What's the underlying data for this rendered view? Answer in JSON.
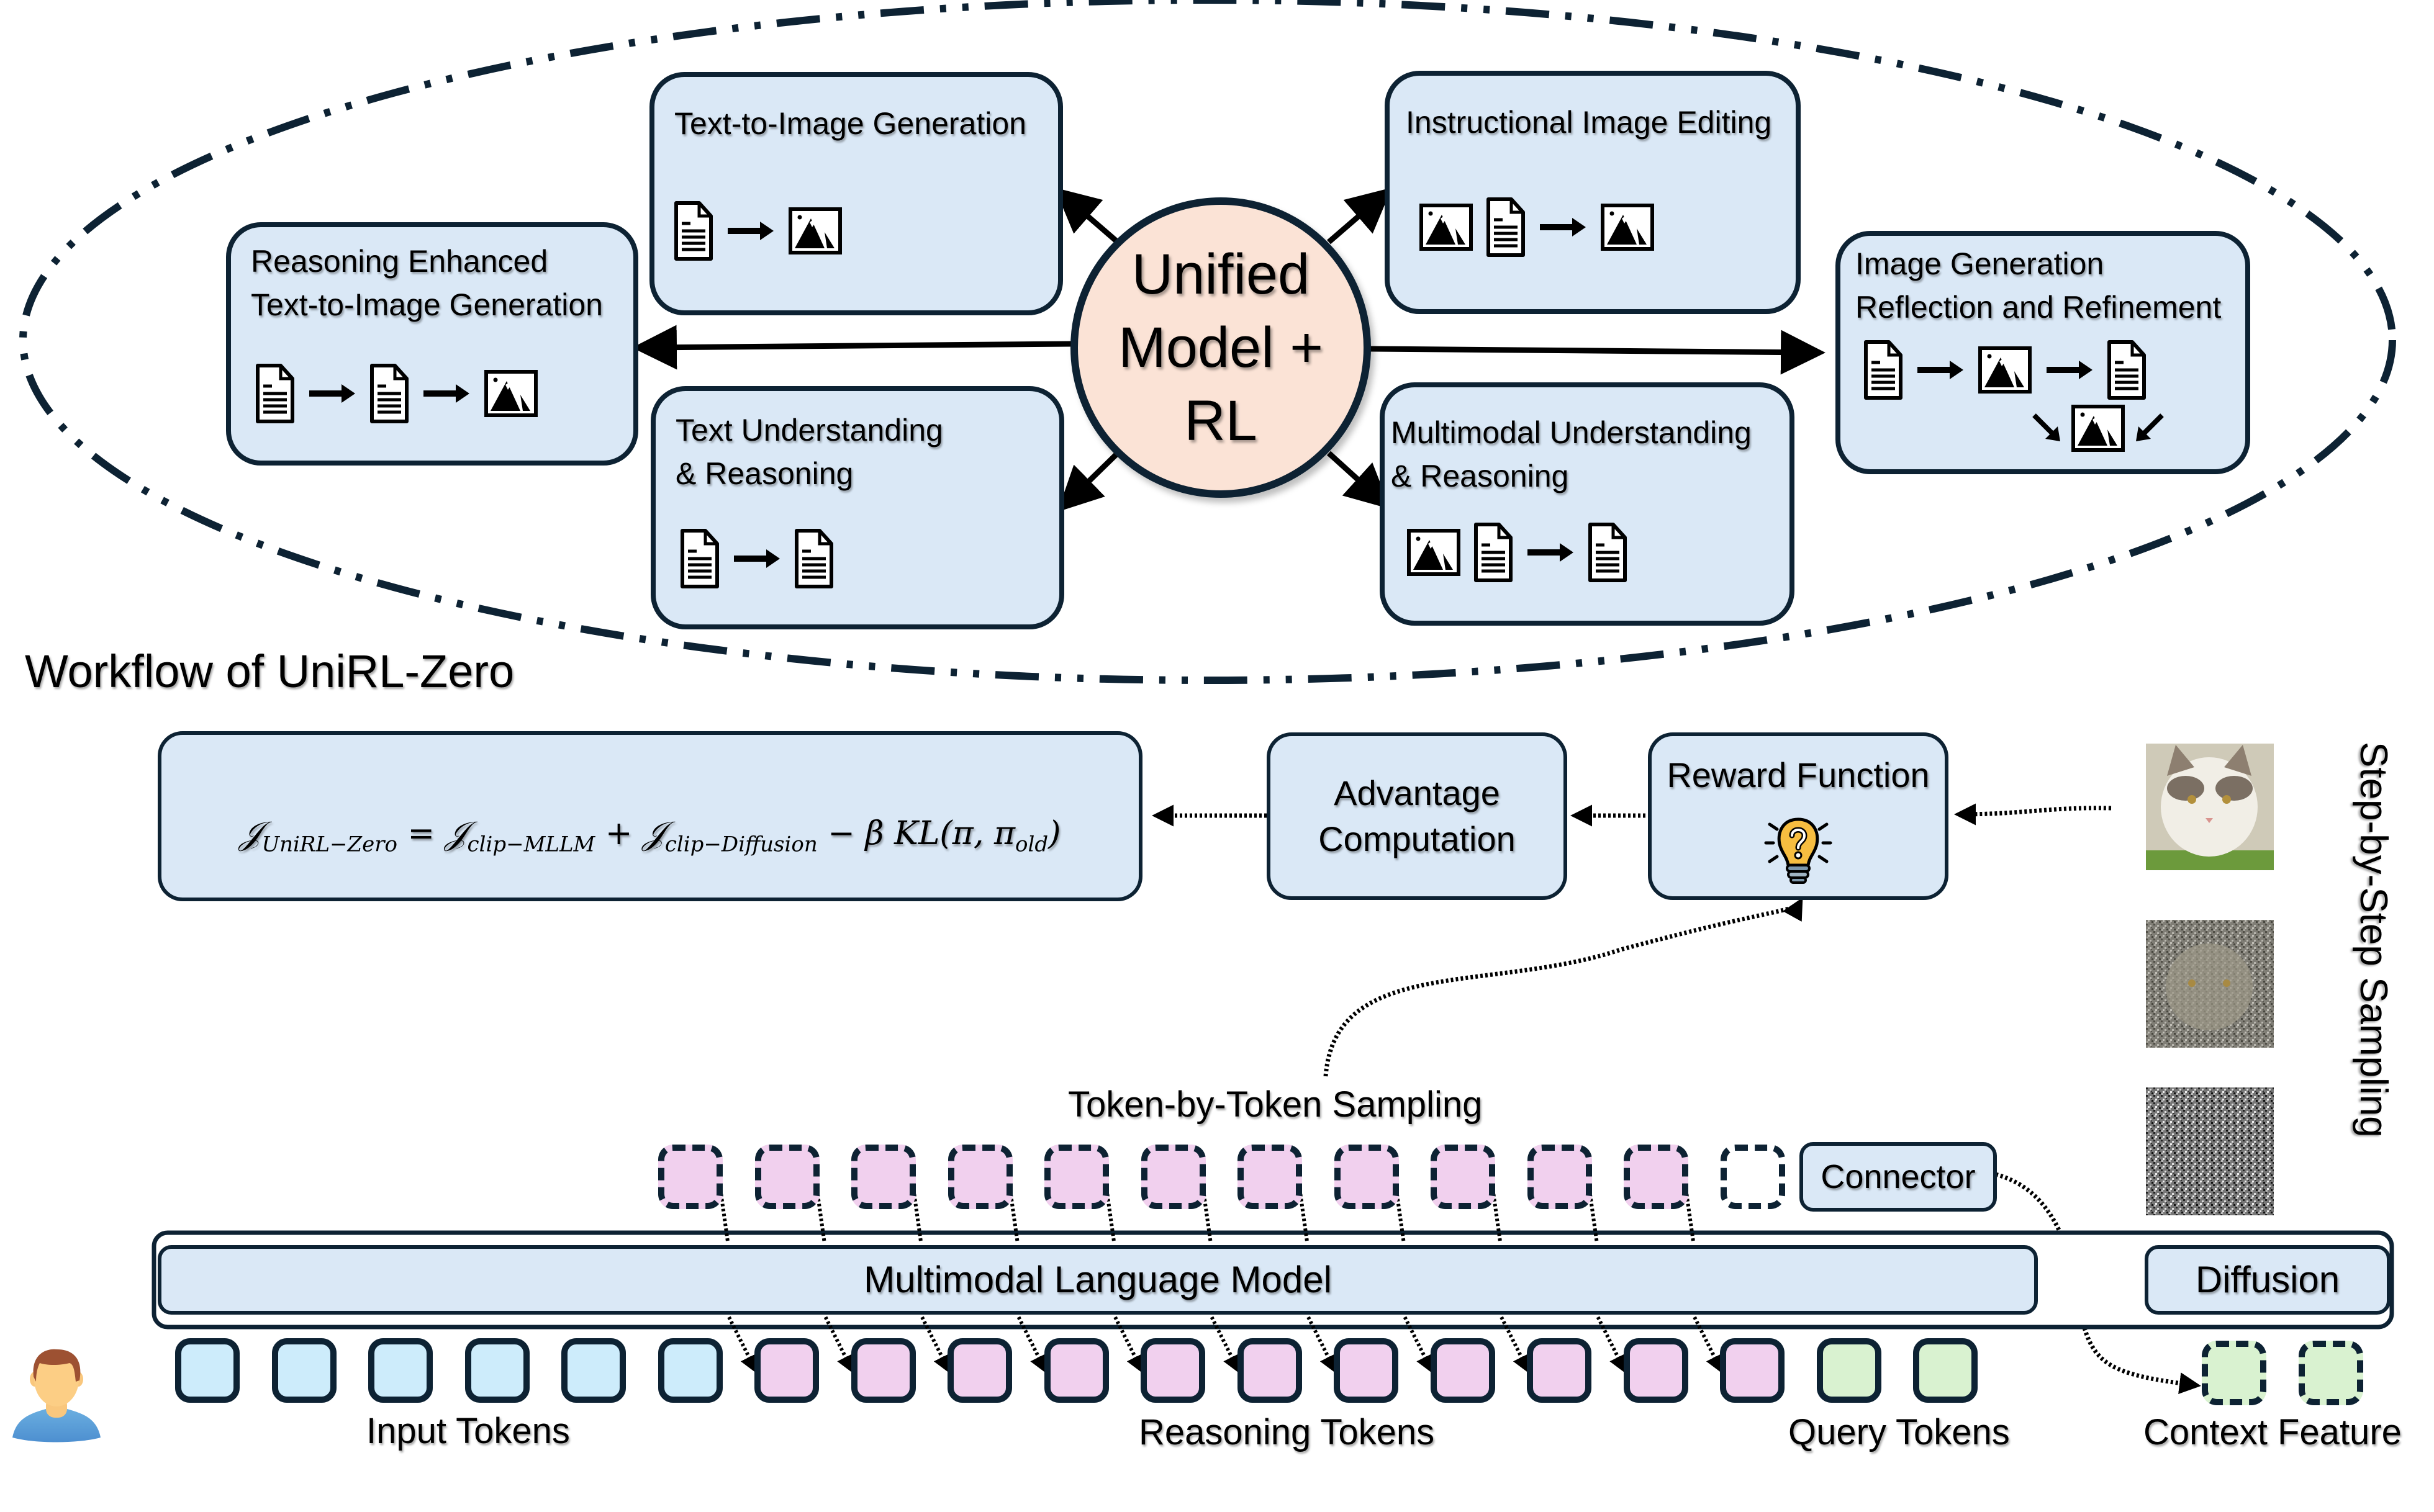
{
  "top_section": {
    "center_node": "Unified\nModel + RL",
    "tasks": [
      {
        "id": "reasoning-t2i",
        "title": "Reasoning Enhanced\nText-to-Image Generation",
        "flow": [
          "doc",
          "arrow",
          "doc",
          "arrow",
          "image"
        ]
      },
      {
        "id": "t2i",
        "title": "Text-to-Image Generation",
        "flow": [
          "doc",
          "arrow",
          "image"
        ]
      },
      {
        "id": "text-understanding",
        "title": "Text Understanding\n& Reasoning",
        "flow": [
          "doc",
          "arrow",
          "doc"
        ]
      },
      {
        "id": "image-editing",
        "title": "Instructional Image Editing",
        "flow": [
          "image",
          "doc",
          "arrow",
          "image"
        ]
      },
      {
        "id": "multimodal-understanding",
        "title": "Multimodal  Understanding\n& Reasoning",
        "flow": [
          "image",
          "doc",
          "arrow",
          "doc"
        ]
      },
      {
        "id": "reflection",
        "title": "Image Generation\nReflection and Refinement",
        "flow": [
          "doc",
          "arrow",
          "image",
          "arrow",
          "doc",
          "converge",
          "image"
        ]
      }
    ]
  },
  "workflow": {
    "title": "Workflow of UniRL-Zero",
    "objective": {
      "lhs": "𝒥",
      "lhs_sub": "UniRL−Zero",
      "eq": " = ",
      "t1": "𝒥",
      "t1_sub": "clip−MLLM",
      "plus": "  + ",
      "t2": "𝒥",
      "t2_sub": "clip−Diffusion",
      "minus": " − β KL(π, π",
      "old_sub": "old",
      "close": ")"
    },
    "advantage_label": "Advantage\nComputation",
    "reward_label": "Reward Function",
    "reward_icon": "lightbulb-question-icon",
    "step_sampling_label": "Step-by-Step Sampling",
    "token_sampling_label": "Token-by-Token Sampling",
    "connector_label": "Connector",
    "mllm_label": "Multimodal Language Model",
    "diffusion_label": "Diffusion",
    "sampled_tokens": {
      "filled": 11,
      "empty": 1
    },
    "input_tokens": {
      "label": "Input Tokens",
      "count": 6
    },
    "reasoning_tokens": {
      "label": "Reasoning Tokens",
      "count": 11
    },
    "query_tokens": {
      "label": "Query Tokens",
      "count": 2
    },
    "context_feature": {
      "label": "Context Feature",
      "count": 2
    },
    "sampling_images": [
      "clean-cat-image",
      "noisy-cat-image",
      "pure-noise-image"
    ]
  },
  "colors": {
    "box_fill": "#dae8f6",
    "border": "#0d2233",
    "center_fill": "#fbe3d6",
    "input_token": "#cdecfb",
    "reasoning_token": "#f1d0ee",
    "query_token": "#d9f2d0",
    "bulb": "#f6bd40"
  }
}
